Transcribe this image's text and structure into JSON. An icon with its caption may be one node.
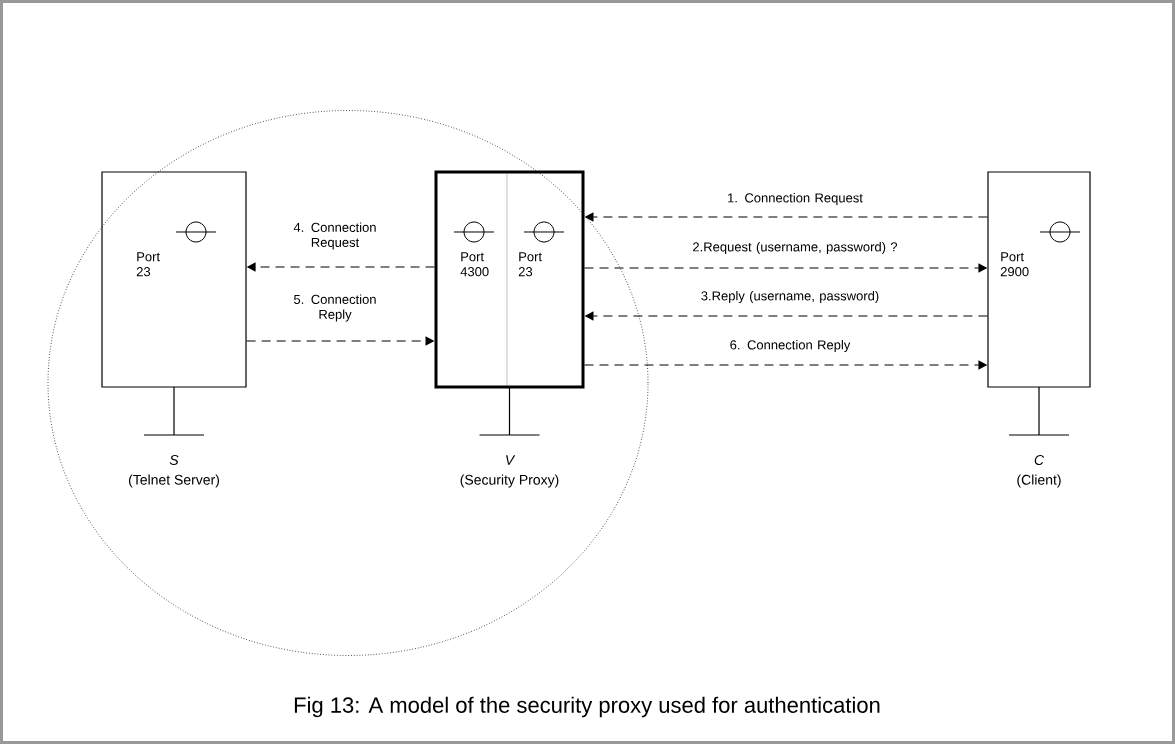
{
  "diagram": {
    "caption": "Fig 13: A model of the security proxy used for authentication",
    "nodes": [
      {
        "text": [],
        "shape": "circle"
      },
      {
        "text": [
          "Port 23"
        ],
        "beside": [
          "S",
          "(Telnet Server)"
        ],
        "in": 0
      },
      {
        "text": [
          "Port 4300",
          "Port 23"
        ],
        "beside": [
          "V",
          "(Security Proxy)"
        ],
        "in": 0
      },
      {
        "text": [
          "Port 2900"
        ],
        "beside": [
          "C",
          "(Client)"
        ]
      }
    ],
    "edges": [
      {
        "from": 3,
        "to": 2,
        "arrow": "to",
        "label": "1. Connection Request",
        "style": "dashed"
      },
      {
        "from": 2,
        "to": 3,
        "arrow": "to",
        "label": "2.Request (username, password) ?",
        "style": "dashed"
      },
      {
        "from": 3,
        "to": 2,
        "arrow": "to",
        "label": "3.Reply (username, password)",
        "style": "dashed"
      },
      {
        "from": 2,
        "to": 1,
        "arrow": "to",
        "label": "4. Connection Request",
        "style": "dashed"
      },
      {
        "from": 1,
        "to": 2,
        "arrow": "to",
        "label": "5. Connection Reply",
        "style": "dashed"
      },
      {
        "from": 2,
        "to": 3,
        "arrow": "to",
        "label": "6. Connection Reply",
        "style": "dashed"
      }
    ]
  }
}
